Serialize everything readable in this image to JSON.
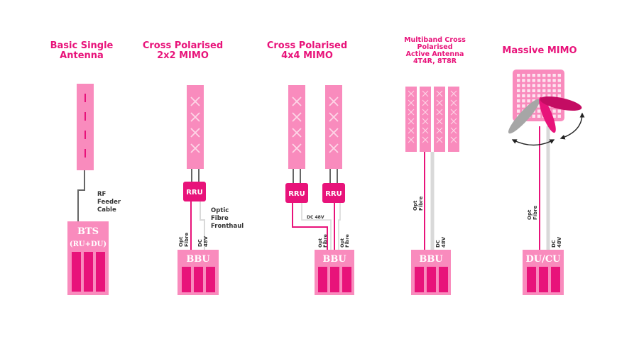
{
  "titles": {
    "basic": [
      "Basic Single",
      "Antenna"
    ],
    "cp2x2": [
      "Cross Polarised",
      "2x2 MIMO"
    ],
    "cp4x4": [
      "Cross Polarised",
      "4x4 MIMO"
    ],
    "multiband": [
      "Multiband Cross",
      "Polarised",
      "Active Antenna",
      "4T4R, 8T8R"
    ],
    "massive": [
      "Massive MIMO"
    ]
  },
  "labels": {
    "rf_feeder": [
      "RF",
      "Feeder",
      "Cable"
    ],
    "optic_fronthaul": [
      "Optic",
      "Fibre",
      "Fronthaul"
    ],
    "opt_fibre": [
      "Opt",
      "Fibre"
    ],
    "dc_48v": [
      "DC",
      "48V"
    ],
    "dc_48v_inline": "DC 48V"
  },
  "units": {
    "bts": [
      "BTS",
      "(RU+DU)"
    ],
    "rru": "RRU",
    "bbu": "BBU",
    "ducu": "DU/CU"
  },
  "colors": {
    "magenta": "#e8137a",
    "pink": "#f98bbd",
    "light_pink": "#fdb3d4",
    "dark_magenta": "#c40c63",
    "grey_cable": "#666666",
    "light_cable": "#d9d9d9",
    "grey_lobe": "#a6a6a6"
  }
}
